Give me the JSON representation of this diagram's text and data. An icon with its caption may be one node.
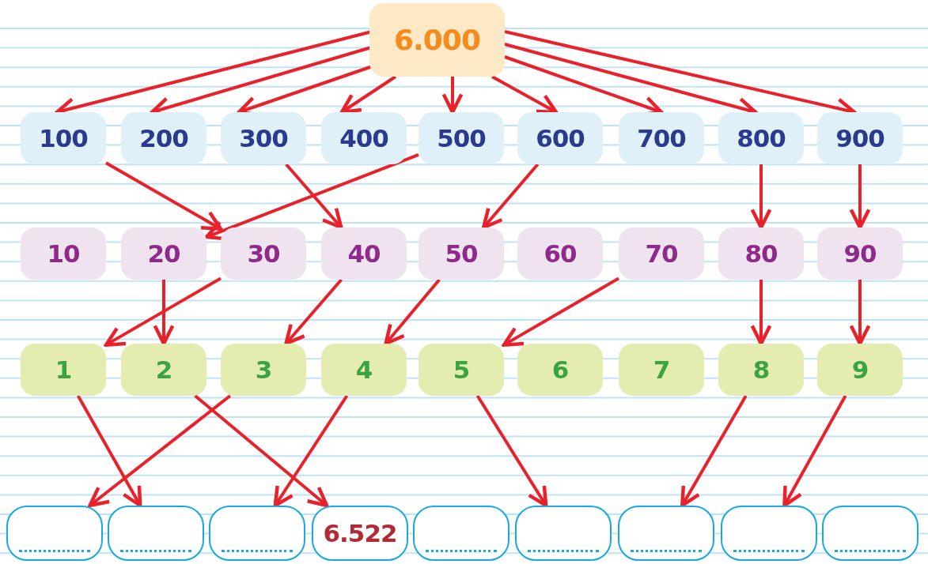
{
  "diagram": {
    "nodes": [
      {
        "text": [
          "6.000"
        ]
      },
      {
        "text": [
          "100"
        ]
      },
      {
        "text": [
          "200"
        ]
      },
      {
        "text": [
          "300"
        ]
      },
      {
        "text": [
          "400"
        ]
      },
      {
        "text": [
          "500"
        ]
      },
      {
        "text": [
          "600"
        ]
      },
      {
        "text": [
          "700"
        ]
      },
      {
        "text": [
          "800"
        ]
      },
      {
        "text": [
          "900"
        ]
      },
      {
        "text": [
          "10"
        ]
      },
      {
        "text": [
          "20"
        ]
      },
      {
        "text": [
          "30"
        ]
      },
      {
        "text": [
          "40"
        ]
      },
      {
        "text": [
          "50"
        ]
      },
      {
        "text": [
          "60"
        ]
      },
      {
        "text": [
          "70"
        ]
      },
      {
        "text": [
          "80"
        ]
      },
      {
        "text": [
          "90"
        ]
      },
      {
        "text": [
          "1"
        ]
      },
      {
        "text": [
          "2"
        ]
      },
      {
        "text": [
          "3"
        ]
      },
      {
        "text": [
          "4"
        ]
      },
      {
        "text": [
          "5"
        ]
      },
      {
        "text": [
          "6"
        ]
      },
      {
        "text": [
          "7"
        ]
      },
      {
        "text": [
          "8"
        ]
      },
      {
        "text": [
          "9"
        ]
      },
      {
        "text": [],
        "shape": "box"
      },
      {
        "text": [],
        "shape": "box"
      },
      {
        "text": [],
        "shape": "box"
      },
      {
        "text": [
          "6.522"
        ]
      },
      {
        "text": [],
        "shape": "box"
      },
      {
        "text": [],
        "shape": "box"
      },
      {
        "text": [],
        "shape": "box"
      },
      {
        "text": [],
        "shape": "box"
      },
      {
        "text": [],
        "shape": "box"
      }
    ],
    "edges": [
      {
        "from": 0,
        "to": 1,
        "arrow": "to"
      },
      {
        "from": 0,
        "to": 2,
        "arrow": "to"
      },
      {
        "from": 0,
        "to": 3,
        "arrow": "to"
      },
      {
        "from": 0,
        "to": 4,
        "arrow": "to"
      },
      {
        "from": 0,
        "to": 5,
        "arrow": "to"
      },
      {
        "from": 0,
        "to": 6,
        "arrow": "to"
      },
      {
        "from": 0,
        "to": 7,
        "arrow": "to"
      },
      {
        "from": 0,
        "to": 8,
        "arrow": "to"
      },
      {
        "from": 0,
        "to": 9,
        "arrow": "to"
      },
      {
        "from": 1,
        "to": 12,
        "arrow": "to"
      },
      {
        "from": 5,
        "to": 11,
        "arrow": "to"
      },
      {
        "from": 3,
        "to": 13,
        "arrow": "to"
      },
      {
        "from": 6,
        "to": 14,
        "arrow": "to"
      },
      {
        "from": 8,
        "to": 17,
        "arrow": "to"
      },
      {
        "from": 9,
        "to": 18,
        "arrow": "to"
      },
      {
        "from": 12,
        "to": 19,
        "arrow": "to"
      },
      {
        "from": 11,
        "to": 20,
        "arrow": "to"
      },
      {
        "from": 13,
        "to": 21,
        "arrow": "to"
      },
      {
        "from": 14,
        "to": 22,
        "arrow": "to"
      },
      {
        "from": 16,
        "to": 23,
        "arrow": "to"
      },
      {
        "from": 17,
        "to": 26,
        "arrow": "to"
      },
      {
        "from": 18,
        "to": 27,
        "arrow": "to"
      },
      {
        "from": 19,
        "to": 29,
        "arrow": "to"
      },
      {
        "from": 21,
        "to": 28,
        "arrow": "to"
      },
      {
        "from": 20,
        "to": 31,
        "arrow": "to"
      },
      {
        "from": 22,
        "to": 30,
        "arrow": "to"
      },
      {
        "from": 23,
        "to": 33,
        "arrow": "to"
      },
      {
        "from": 26,
        "to": 34,
        "arrow": "to"
      },
      {
        "from": 27,
        "to": 35,
        "arrow": "to"
      }
    ]
  }
}
